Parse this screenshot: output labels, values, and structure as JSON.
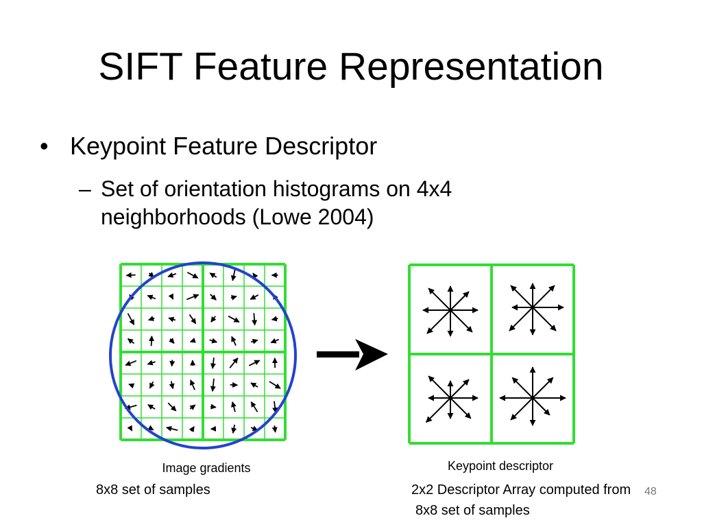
{
  "slide": {
    "title": "SIFT Feature Representation",
    "bullet": {
      "marker": "•",
      "text": "Keypoint Feature Descriptor"
    },
    "sub_bullet": {
      "marker": "–",
      "text": "Set of orientation histograms on 4x4 neighborhoods (Lowe 2004)"
    },
    "figure_left_label": "Image gradients",
    "figure_right_label": "Keypoint descriptor",
    "caption_left": "8x8 set of samples",
    "caption_right_line1": "2x2 Descriptor Array computed from",
    "caption_right_line2": "8x8 set of samples",
    "slide_number": "48"
  },
  "colors": {
    "grid": "#33dd33",
    "circle": "#2244cc",
    "arrow": "#000000"
  }
}
